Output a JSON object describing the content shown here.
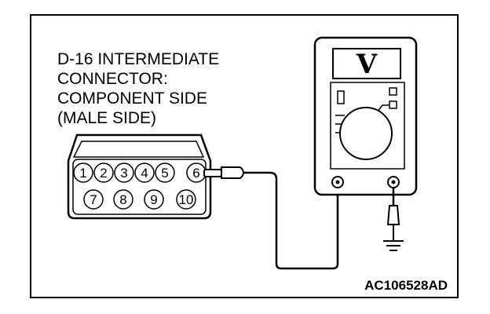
{
  "connector_label": {
    "line1": "D-16 INTERMEDIATE",
    "line2": "CONNECTOR:",
    "line3": "COMPONENT SIDE",
    "line4": "(MALE SIDE)"
  },
  "pins_top": [
    "1",
    "2",
    "3",
    "4",
    "5",
    "6"
  ],
  "pins_bottom": [
    "7",
    "8",
    "9",
    "10"
  ],
  "meter": {
    "display": "V"
  },
  "figure_code": "AC106528AD",
  "icons": [
    "ground-symbol-icon",
    "test-probe-icon",
    "rotary-dial-icon"
  ],
  "colors": {
    "line": "#000000",
    "background": "#ffffff"
  }
}
